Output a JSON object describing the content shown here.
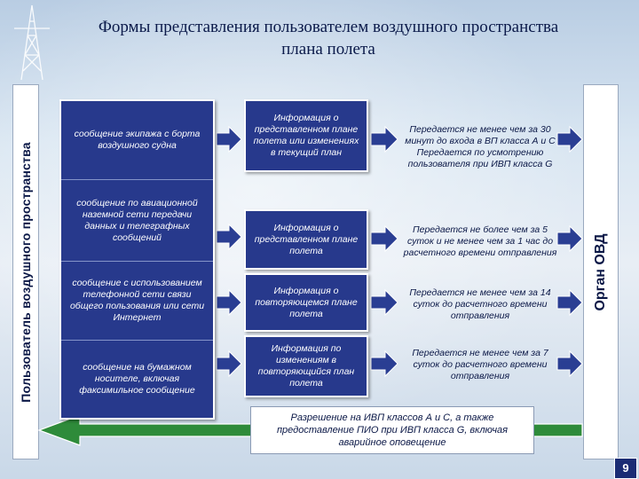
{
  "title": "Формы представления пользователем воздушного пространства плана полета",
  "left_label": "Пользователь воздушного пространства",
  "right_label": "Орган ОВД",
  "sources": [
    "сообщение экипажа с борта воздушного судна",
    "сообщение по авиационной наземной сети передачи данных и телеграфных сообщений",
    "сообщение с использованием телефонной сети связи общего пользования или сети Интернет",
    "сообщение на бумажном носителе, включая факсимильное сообщение"
  ],
  "info_boxes": [
    "Информация о представленном плане полета или изменениях в текущий план",
    "Информация о представленном плане полета",
    "Информация о повторяющемся плане полета",
    "Информация по изменениям в повторяющийся план полета"
  ],
  "conditions": [
    "Передается не менее чем за 30 минут до входа в ВП класса А и С Передается по усмотрению пользователя при ИВП класса G",
    "Передается не более чем за 5 суток и не менее чем за 1 час до расчетного времени отправления",
    "Передается не менее чем за 14 суток до расчетного времени отправления",
    "Передается не менее чем за 7 суток до расчетного времени отправления"
  ],
  "permission_text": "Разрешение на ИВП классов А и С, а также предоставление ПИО при ИВП класса G, включая аварийное оповещение",
  "page_number": "9",
  "colors": {
    "box_fill": "#27398c",
    "arrow_fill": "#2a3e93",
    "return_arrow_fill": "#2e8b3a",
    "title_color": "#0b1a4a"
  }
}
